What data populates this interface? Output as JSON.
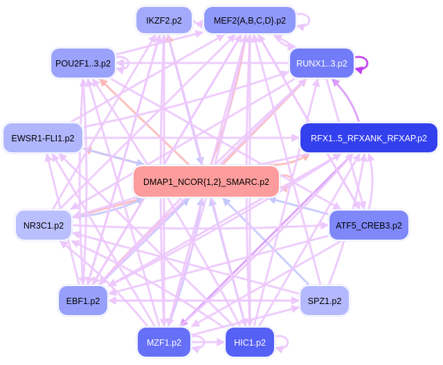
{
  "diagram": {
    "type": "network",
    "nodes": [
      {
        "id": "IKZF2",
        "label": "IKZF2.p2",
        "fill": "#a3aafc",
        "text": "#000000"
      },
      {
        "id": "MEF2",
        "label": "MEF2{A,B,C,D}.p2",
        "fill": "#8f98fb",
        "text": "#000000"
      },
      {
        "id": "POU2F1",
        "label": "POU2F1..3.p2",
        "fill": "#9aa2fb",
        "text": "#000000"
      },
      {
        "id": "RUNX1",
        "label": "RUNX1..3.p2",
        "fill": "#727cf9",
        "text": "#ffffff"
      },
      {
        "id": "EWSR1",
        "label": "EWSR1-FLI1.p2",
        "fill": "#b0b6fc",
        "text": "#000000"
      },
      {
        "id": "RFX",
        "label": "RFX1..5_RFXANK_RFXAP.p2",
        "fill": "#3340ee",
        "text": "#ffffff"
      },
      {
        "id": "DMAP1",
        "label": "DMAP1_NCOR{1,2}_SMARC.p2",
        "fill": "#fc9c9c",
        "text": "#000000"
      },
      {
        "id": "NR3C1",
        "label": "NR3C1.p2",
        "fill": "#babffd",
        "text": "#000000"
      },
      {
        "id": "ATF5",
        "label": "ATF5_CREB3.p2",
        "fill": "#7f88f9",
        "text": "#000000"
      },
      {
        "id": "EBF1",
        "label": "EBF1.p2",
        "fill": "#979ffb",
        "text": "#000000"
      },
      {
        "id": "SPZ1",
        "label": "SPZ1.p2",
        "fill": "#b3b9fc",
        "text": "#000000"
      },
      {
        "id": "MZF1",
        "label": "MZF1.p2",
        "fill": "#6670f7",
        "text": "#ffffff"
      },
      {
        "id": "HIC1",
        "label": "HIC1.p2",
        "fill": "#5560f5",
        "text": "#ffffff"
      }
    ],
    "edge_colors": {
      "activation": "#ecc8fc",
      "strong": "#d99af8",
      "self_strong": "#c040f0",
      "to_center": "#c4c8fc",
      "from_center": "#fcb8b8"
    },
    "edges": [
      {
        "from": "IKZF2",
        "to": "MEF2",
        "kind": "activation"
      },
      {
        "from": "MEF2",
        "to": "MEF2",
        "kind": "activation"
      },
      {
        "from": "POU2F1",
        "to": "POU2F1",
        "kind": "activation"
      },
      {
        "from": "RUNX1",
        "to": "RUNX1",
        "kind": "self_strong"
      },
      {
        "from": "DMAP1",
        "to": "DMAP1",
        "kind": "from_center"
      },
      {
        "from": "MZF1",
        "to": "MZF1",
        "kind": "activation"
      },
      {
        "from": "HIC1",
        "to": "HIC1",
        "kind": "activation"
      },
      {
        "from": "RUNX1",
        "to": "POU2F1",
        "kind": "activation"
      },
      {
        "from": "RUNX1",
        "to": "MEF2",
        "kind": "activation"
      },
      {
        "from": "MEF2",
        "to": "RUNX1",
        "kind": "activation"
      },
      {
        "from": "POU2F1",
        "to": "MEF2",
        "kind": "activation"
      },
      {
        "from": "DMAP1",
        "to": "IKZF2",
        "kind": "from_center"
      },
      {
        "from": "DMAP1",
        "to": "MEF2",
        "kind": "from_center"
      },
      {
        "from": "DMAP1",
        "to": "POU2F1",
        "kind": "from_center"
      },
      {
        "from": "DMAP1",
        "to": "RUNX1",
        "kind": "from_center"
      },
      {
        "from": "DMAP1",
        "to": "RFX",
        "kind": "from_center"
      },
      {
        "from": "DMAP1",
        "to": "EWSR1",
        "kind": "from_center"
      },
      {
        "from": "DMAP1",
        "to": "NR3C1",
        "kind": "from_center"
      },
      {
        "from": "DMAP1",
        "to": "EBF1",
        "kind": "from_center"
      },
      {
        "from": "IKZF2",
        "to": "DMAP1",
        "kind": "to_center"
      },
      {
        "from": "EWSR1",
        "to": "DMAP1",
        "kind": "to_center"
      },
      {
        "from": "NR3C1",
        "to": "DMAP1",
        "kind": "to_center"
      },
      {
        "from": "ATF5",
        "to": "DMAP1",
        "kind": "to_center"
      },
      {
        "from": "SPZ1",
        "to": "DMAP1",
        "kind": "to_center"
      },
      {
        "from": "MZF1",
        "to": "DMAP1",
        "kind": "to_center"
      },
      {
        "from": "HIC1",
        "to": "DMAP1",
        "kind": "to_center"
      },
      {
        "from": "EBF1",
        "to": "DMAP1",
        "kind": "to_center"
      },
      {
        "from": "RFX",
        "to": "RUNX1",
        "kind": "strong"
      },
      {
        "from": "RFX",
        "to": "MZF1",
        "kind": "strong"
      },
      {
        "from": "RFX",
        "to": "EBF1",
        "kind": "activation"
      },
      {
        "from": "RFX",
        "to": "NR3C1",
        "kind": "activation"
      },
      {
        "from": "EWSR1",
        "to": "RFX",
        "kind": "activation"
      },
      {
        "from": "EWSR1",
        "to": "MEF2",
        "kind": "activation"
      },
      {
        "from": "EWSR1",
        "to": "RUNX1",
        "kind": "activation"
      },
      {
        "from": "NR3C1",
        "to": "MEF2",
        "kind": "activation"
      },
      {
        "from": "NR3C1",
        "to": "IKZF2",
        "kind": "activation"
      },
      {
        "from": "NR3C1",
        "to": "ATF5",
        "kind": "activation"
      },
      {
        "from": "EBF1",
        "to": "MEF2",
        "kind": "activation"
      },
      {
        "from": "EBF1",
        "to": "IKZF2",
        "kind": "activation"
      },
      {
        "from": "EBF1",
        "to": "POU2F1",
        "kind": "activation"
      },
      {
        "from": "EBF1",
        "to": "RUNX1",
        "kind": "activation"
      },
      {
        "from": "EBF1",
        "to": "EWSR1",
        "kind": "activation"
      },
      {
        "from": "EBF1",
        "to": "RFX",
        "kind": "activation"
      },
      {
        "from": "EBF1",
        "to": "SPZ1",
        "kind": "activation"
      },
      {
        "from": "MZF1",
        "to": "HIC1",
        "kind": "activation"
      },
      {
        "from": "MZF1",
        "to": "MEF2",
        "kind": "activation"
      },
      {
        "from": "MZF1",
        "to": "IKZF2",
        "kind": "activation"
      },
      {
        "from": "MZF1",
        "to": "EWSR1",
        "kind": "activation"
      },
      {
        "from": "MZF1",
        "to": "NR3C1",
        "kind": "activation"
      },
      {
        "from": "MZF1",
        "to": "SPZ1",
        "kind": "activation"
      },
      {
        "from": "MZF1",
        "to": "POU2F1",
        "kind": "activation"
      },
      {
        "from": "MZF1",
        "to": "RFX",
        "kind": "activation"
      },
      {
        "from": "HIC1",
        "to": "MEF2",
        "kind": "activation"
      },
      {
        "from": "HIC1",
        "to": "EWSR1",
        "kind": "activation"
      },
      {
        "from": "HIC1",
        "to": "NR3C1",
        "kind": "activation"
      },
      {
        "from": "HIC1",
        "to": "RUNX1",
        "kind": "activation"
      },
      {
        "from": "HIC1",
        "to": "RFX",
        "kind": "activation"
      },
      {
        "from": "HIC1",
        "to": "POU2F1",
        "kind": "activation"
      },
      {
        "from": "SPZ1",
        "to": "NR3C1",
        "kind": "activation"
      },
      {
        "from": "SPZ1",
        "to": "EBF1",
        "kind": "activation"
      },
      {
        "from": "SPZ1",
        "to": "RFX",
        "kind": "activation"
      },
      {
        "from": "SPZ1",
        "to": "MEF2",
        "kind": "activation"
      },
      {
        "from": "ATF5",
        "to": "MEF2",
        "kind": "activation"
      },
      {
        "from": "ATF5",
        "to": "RFX",
        "kind": "activation"
      },
      {
        "from": "ATF5",
        "to": "EBF1",
        "kind": "activation"
      },
      {
        "from": "ATF5",
        "to": "MZF1",
        "kind": "activation"
      },
      {
        "from": "POU2F1",
        "to": "EBF1",
        "kind": "activation"
      },
      {
        "from": "POU2F1",
        "to": "ATF5",
        "kind": "activation"
      },
      {
        "from": "IKZF2",
        "to": "EBF1",
        "kind": "activation"
      },
      {
        "from": "IKZF2",
        "to": "MZF1",
        "kind": "activation"
      },
      {
        "from": "IKZF2",
        "to": "HIC1",
        "kind": "activation"
      },
      {
        "from": "MEF2",
        "to": "MZF1",
        "kind": "activation"
      },
      {
        "from": "MEF2",
        "to": "HIC1",
        "kind": "activation"
      },
      {
        "from": "MEF2",
        "to": "EBF1",
        "kind": "activation"
      },
      {
        "from": "MEF2",
        "to": "ATF5",
        "kind": "activation"
      },
      {
        "from": "RUNX1",
        "to": "EBF1",
        "kind": "activation"
      },
      {
        "from": "RUNX1",
        "to": "NR3C1",
        "kind": "activation"
      },
      {
        "from": "RUNX1",
        "to": "ATF5",
        "kind": "activation"
      }
    ]
  }
}
